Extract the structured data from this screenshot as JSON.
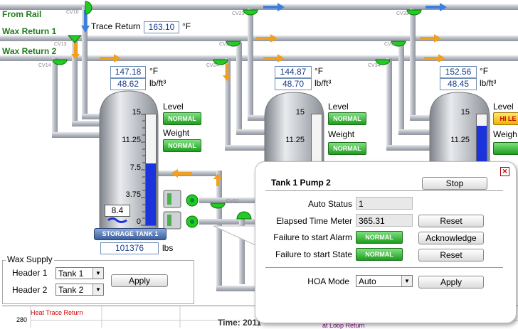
{
  "lines": {
    "from_rail": "From Rail",
    "wax_return_1": "Wax Return 1",
    "wax_return_2": "Wax Return 2",
    "trace_return_label": "Trace Return",
    "trace_return_value": "163.10",
    "trace_return_unit": "°F"
  },
  "valves": {
    "cv10": "CV10",
    "cv13": "CV13",
    "cv14": "CV14",
    "cv23": "CV23",
    "cv22": "CV22",
    "cv24": "CV24",
    "cv33": "CV33",
    "cv32": "CV32",
    "cv34": "CV34",
    "cv12": "CV12"
  },
  "tanks": [
    {
      "temp": "147.18",
      "temp_unit": "°F",
      "density": "48.62",
      "density_unit": "lb/ft³",
      "level_label": "Level",
      "level_status": "NORMAL",
      "weight_label": "Weight",
      "weight_status": "NORMAL",
      "scale": [
        "15",
        "11.25",
        "7.5",
        "3.75",
        "0"
      ],
      "level_value": 8.4,
      "level_display": "8.4",
      "name": "STORAGE TANK 1",
      "weight": "101376",
      "weight_unit": "lbs"
    },
    {
      "temp": "144.87",
      "temp_unit": "°F",
      "density": "48.70",
      "density_unit": "lb/ft³",
      "level_label": "Level",
      "level_status": "NORMAL",
      "weight_label": "Weight",
      "weight_status": "NORMAL",
      "scale": [
        "15",
        "11.25"
      ]
    },
    {
      "temp": "152.56",
      "temp_unit": "°F",
      "density": "48.45",
      "density_unit": "lb/ft³",
      "level_label": "Level",
      "level_status": "HI LE",
      "weight_label": "Weigh",
      "weight_status": "",
      "scale": [
        "15",
        "11.25"
      ],
      "level_value": 12.6
    }
  ],
  "wax_supply": {
    "title": "Wax Supply",
    "header1_label": "Header 1",
    "header1_value": "Tank 1",
    "header2_label": "Header 2",
    "header2_value": "Tank 2",
    "apply": "Apply"
  },
  "trend": {
    "y_label": "280",
    "series1": "Heat Trace Return",
    "series2": "at Loop Return",
    "time_label": "Time: 2011"
  },
  "popup": {
    "title": "Tank 1 Pump 2",
    "stop": "Stop",
    "auto_status_label": "Auto Status",
    "auto_status_value": "1",
    "elapsed_label": "Elapsed Time Meter",
    "elapsed_value": "365.31",
    "reset1": "Reset",
    "fail_alarm_label": "Failure to start Alarm",
    "fail_alarm_status": "NORMAL",
    "acknowledge": "Acknowledge",
    "fail_state_label": "Failure to start State",
    "fail_state_status": "NORMAL",
    "reset2": "Reset",
    "hoa_label": "HOA Mode",
    "hoa_value": "Auto",
    "apply": "Apply",
    "close": "✕"
  },
  "colors": {
    "pipe": "#b8bcc4",
    "flow_arrow": "#f0a020",
    "valve_green": "#22cc22",
    "level_fill": "#1a33dd",
    "value_text": "#1a3c8c"
  }
}
